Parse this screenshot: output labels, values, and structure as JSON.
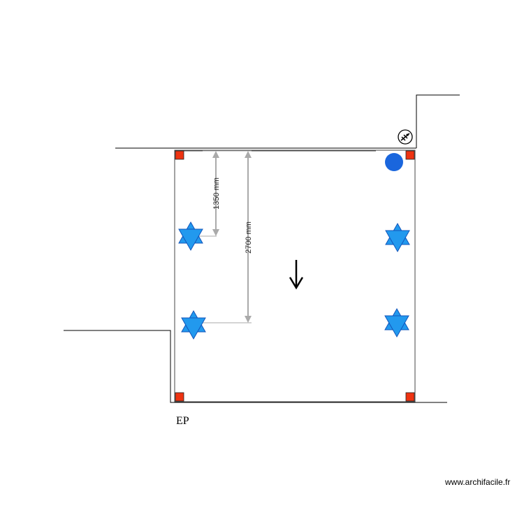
{
  "plan": {
    "room_label": "EP",
    "watermark": "www.archifacile.fr",
    "colors": {
      "wall": "#000000",
      "inner_wall": "#555555",
      "post": "#ee3311",
      "light": "#2299ee",
      "light_stroke": "#1155bb",
      "round_light": "#1a66dd",
      "dimension": "#aaaaaa"
    },
    "dimensions": [
      {
        "label": "1350 mm"
      },
      {
        "label": "2700 mm"
      }
    ],
    "symbols": {
      "corner_posts": [
        "post-icon",
        "post-icon",
        "post-icon",
        "post-icon"
      ],
      "star_lights": [
        "star-light-icon",
        "star-light-icon",
        "star-light-icon",
        "star-light-icon"
      ],
      "round_light": "round-light-icon",
      "slope_arrow": "down-arrow-icon",
      "electric_symbol": "electric-outlet-icon"
    }
  }
}
